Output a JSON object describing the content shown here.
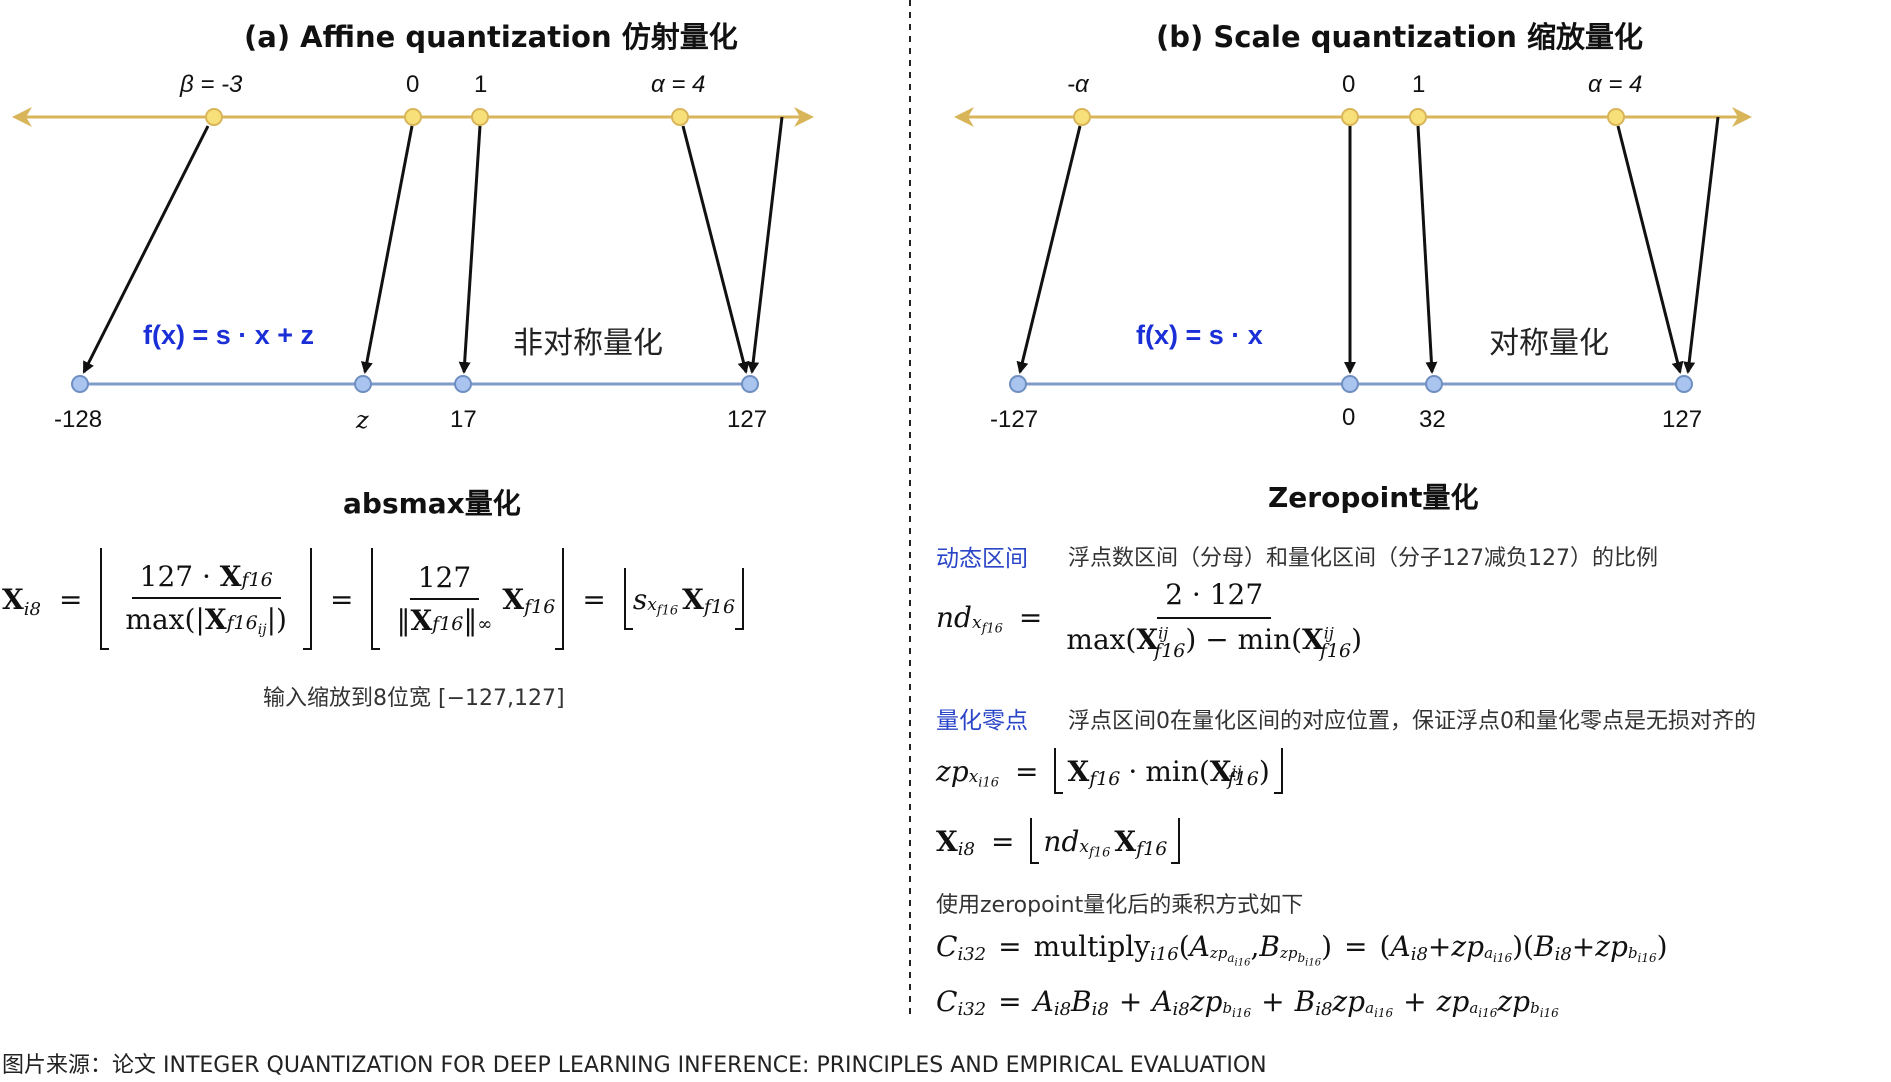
{
  "colors": {
    "top_axis": "#d9b55a",
    "top_point_fill": "#f7df7a",
    "bottom_axis": "#7e9bc9",
    "bottom_point_fill": "#a9c4ee",
    "formula_blue": "#1a2fd6",
    "term_blue": "#2a45c8",
    "divider": "#222222"
  },
  "left": {
    "title": "(a) Affine quantization 仿射量化",
    "top_labels": [
      "β = -3",
      "0",
      "1",
      "α = 4"
    ],
    "bottom_labels": [
      "-128",
      "z",
      "17",
      "127"
    ],
    "formula": "f(x) = s · x + z",
    "cn_label": "非对称量化",
    "method_title": "absmax量化",
    "caption": "输入缩放到8位宽 [−127,127]"
  },
  "right": {
    "title": "(b) Scale quantization 缩放量化",
    "top_labels": [
      "-α",
      "0",
      "1",
      "α = 4"
    ],
    "bottom_labels": [
      "-127",
      "0",
      "32",
      "127"
    ],
    "formula": "f(x) = s · x",
    "cn_label": "对称量化",
    "method_title": "Zeropoint量化",
    "term1": "动态区间",
    "desc1": "浮点数区间（分母）和量化区间（分子127减负127）的比例",
    "term2": "量化零点",
    "desc2": "浮点区间0在量化区间的对应位置，保证浮点0和量化零点是无损对齐的",
    "usage_text": "使用zeropoint量化后的乘积方式如下"
  },
  "math_text": {
    "absmax_lhs": "X",
    "numerator_127": "127",
    "multiply_word": "multiply",
    "two_127": "2 · 127"
  },
  "source": "图片来源：论文 INTEGER QUANTIZATION FOR DEEP LEARNING INFERENCE: PRINCIPLES AND EMPIRICAL EVALUATION"
}
